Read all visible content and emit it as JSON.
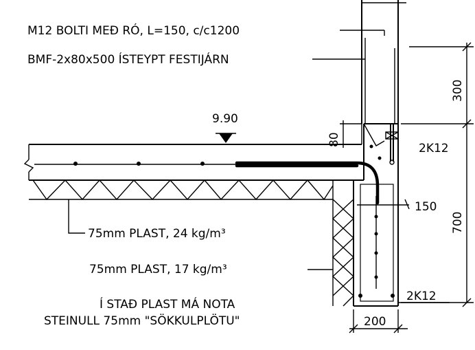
{
  "annotations": {
    "bolt": "M12 BOLTI MEÐ RÓ, L=150, c/c1200",
    "steel_strip": "BMF-2x80x500 ÍSTEYPT FESTIJÁRN",
    "level": "9.90",
    "insulation_24": "75mm PLAST, 24 kg/m³",
    "insulation_17": "75mm PLAST, 17 kg/m³",
    "note_line1": "Í STAÐ PLAST MÁ NOTA",
    "note_line2": "STEINULL 75mm \"SÖKKULPLÖTU\""
  },
  "dimensions": {
    "wall_upper": "300",
    "wall_lower": "700",
    "slab_step": "80",
    "rebar_top": "2K12",
    "rebar_bottom": "2K12",
    "footing_depth": "150",
    "footing_width": "200"
  }
}
